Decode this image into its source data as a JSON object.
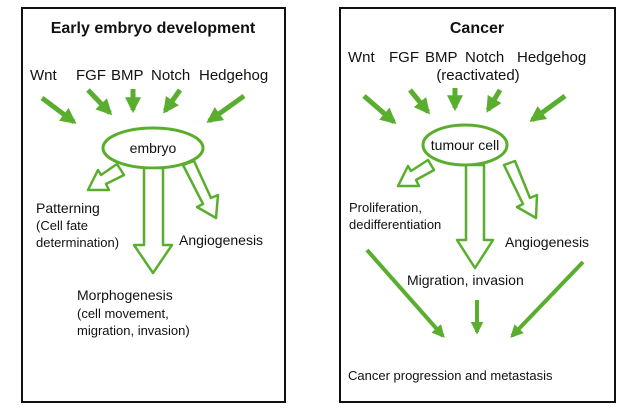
{
  "left_panel": {
    "title": "Early embryo development",
    "signals": [
      "Wnt",
      "FGF",
      "BMP",
      "Notch",
      "Hedgehog"
    ],
    "center": "embryo",
    "patterning": [
      "Patterning",
      "(Cell fate",
      "determination)"
    ],
    "angiogenesis": "Angiogenesis",
    "morphogenesis": [
      "Morphogenesis",
      "(cell movement,",
      "migration, invasion)"
    ]
  },
  "right_panel": {
    "title": "Cancer",
    "signals": [
      "Wnt",
      "FGF",
      "BMP",
      "Notch",
      "Hedgehog"
    ],
    "reactivated": "(reactivated)",
    "center": "tumour cell",
    "proliferation": [
      "Proliferation,",
      "dedifferentiation"
    ],
    "angiogenesis": "Angiogenesis",
    "migration": "Migration, invasion",
    "outcome": "Cancer progression and metastasis"
  },
  "colors": {
    "arrow": "#5aae2e",
    "border": "#111111"
  }
}
